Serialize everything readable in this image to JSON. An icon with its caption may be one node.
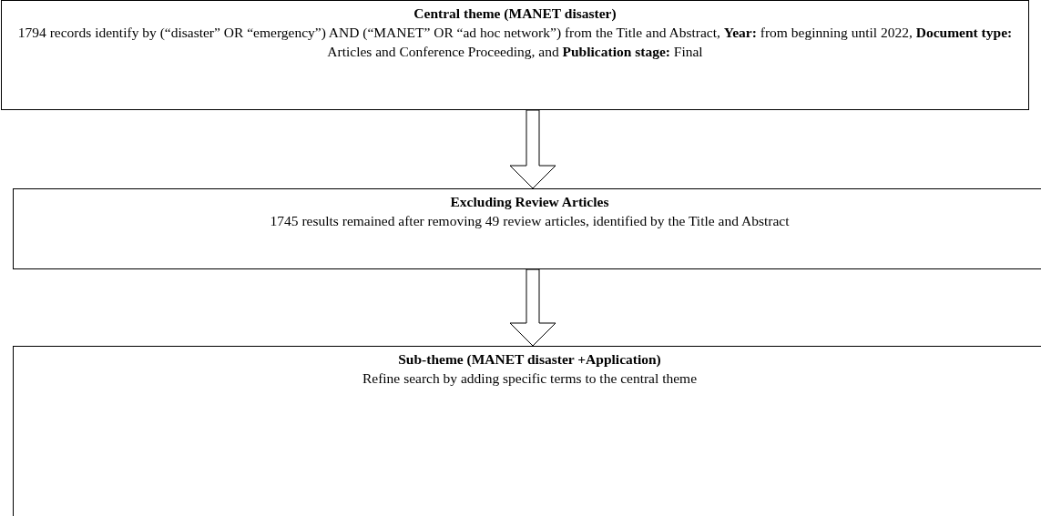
{
  "diagram": {
    "nodes": [
      {
        "text": [
          "Central theme (MANET disaster)",
          "1794 records identify by (“disaster” OR “emergency”) AND (“MANET” OR “ad hoc network”) from the Title and Abstract, **Year:** from beginning until 2022, **Document type:** Articles and Conference Proceeding, and **Publication stage:** Final"
        ]
      },
      {
        "text": [
          "Excluding Review Articles",
          "1745 results remained after removing 49 review articles, identified by the Title and Abstract"
        ]
      },
      {
        "text": [
          "Sub-theme (MANET disaster +Application)",
          "Refine search by adding specific terms to the central theme"
        ]
      }
    ],
    "edges": [
      {
        "from": 0,
        "to": 1,
        "arrow": "to"
      },
      {
        "from": 1,
        "to": 2,
        "arrow": "to"
      }
    ]
  }
}
